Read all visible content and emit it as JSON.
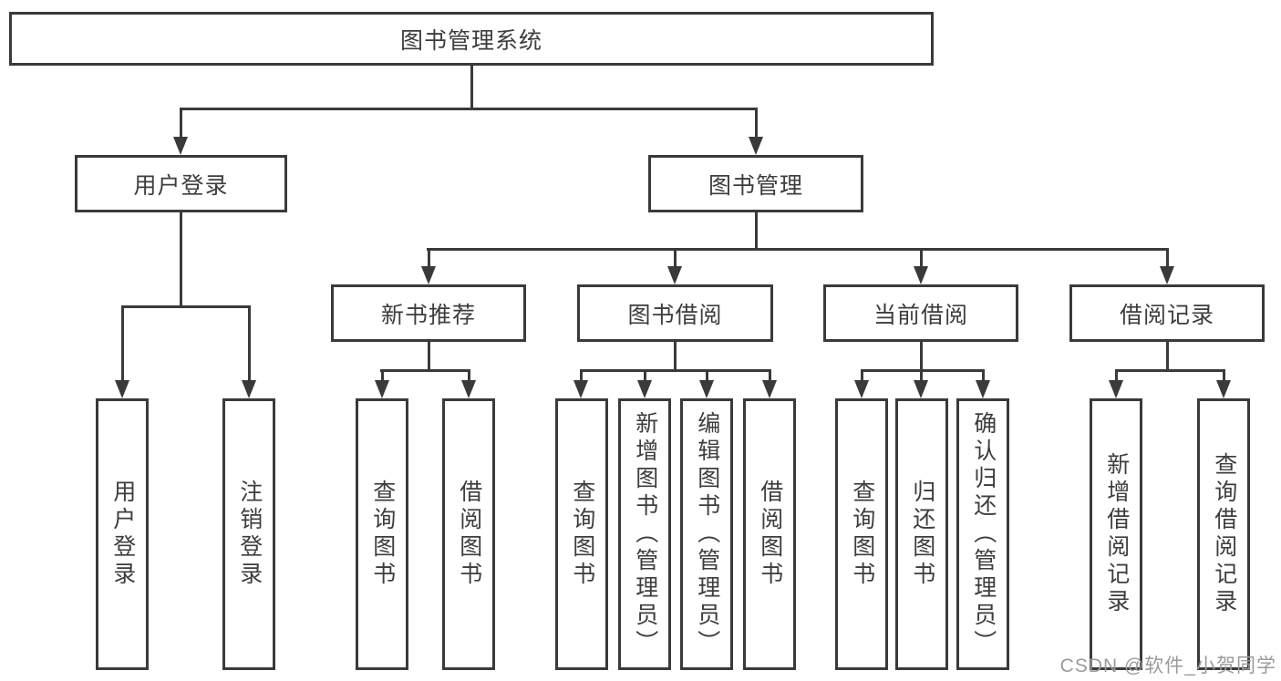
{
  "watermark": "CSDN @软件_小贺同学",
  "colors": {
    "line": "#3a3a3a",
    "box_background": "#ffffff",
    "watermark_gray": "#9b9b9b"
  },
  "tree": {
    "root": "图书管理系统",
    "branches": [
      {
        "label": "用户登录",
        "children": [
          {
            "label": "用户登录"
          },
          {
            "label": "注销登录"
          }
        ]
      },
      {
        "label": "图书管理",
        "children": [
          {
            "label": "新书推荐",
            "children": [
              {
                "label": "查询图书"
              },
              {
                "label": "借阅图书"
              }
            ]
          },
          {
            "label": "图书借阅",
            "children": [
              {
                "label": "查询图书"
              },
              {
                "label": "新增图书（管理员）"
              },
              {
                "label": "编辑图书（管理员）"
              },
              {
                "label": "借阅图书"
              }
            ]
          },
          {
            "label": "当前借阅",
            "children": [
              {
                "label": "查询图书"
              },
              {
                "label": "归还图书"
              },
              {
                "label": "确认归还（管理员）"
              }
            ]
          },
          {
            "label": "借阅记录",
            "children": [
              {
                "label": "新增借阅记录"
              },
              {
                "label": "查询借阅记录"
              }
            ]
          }
        ]
      }
    ]
  }
}
